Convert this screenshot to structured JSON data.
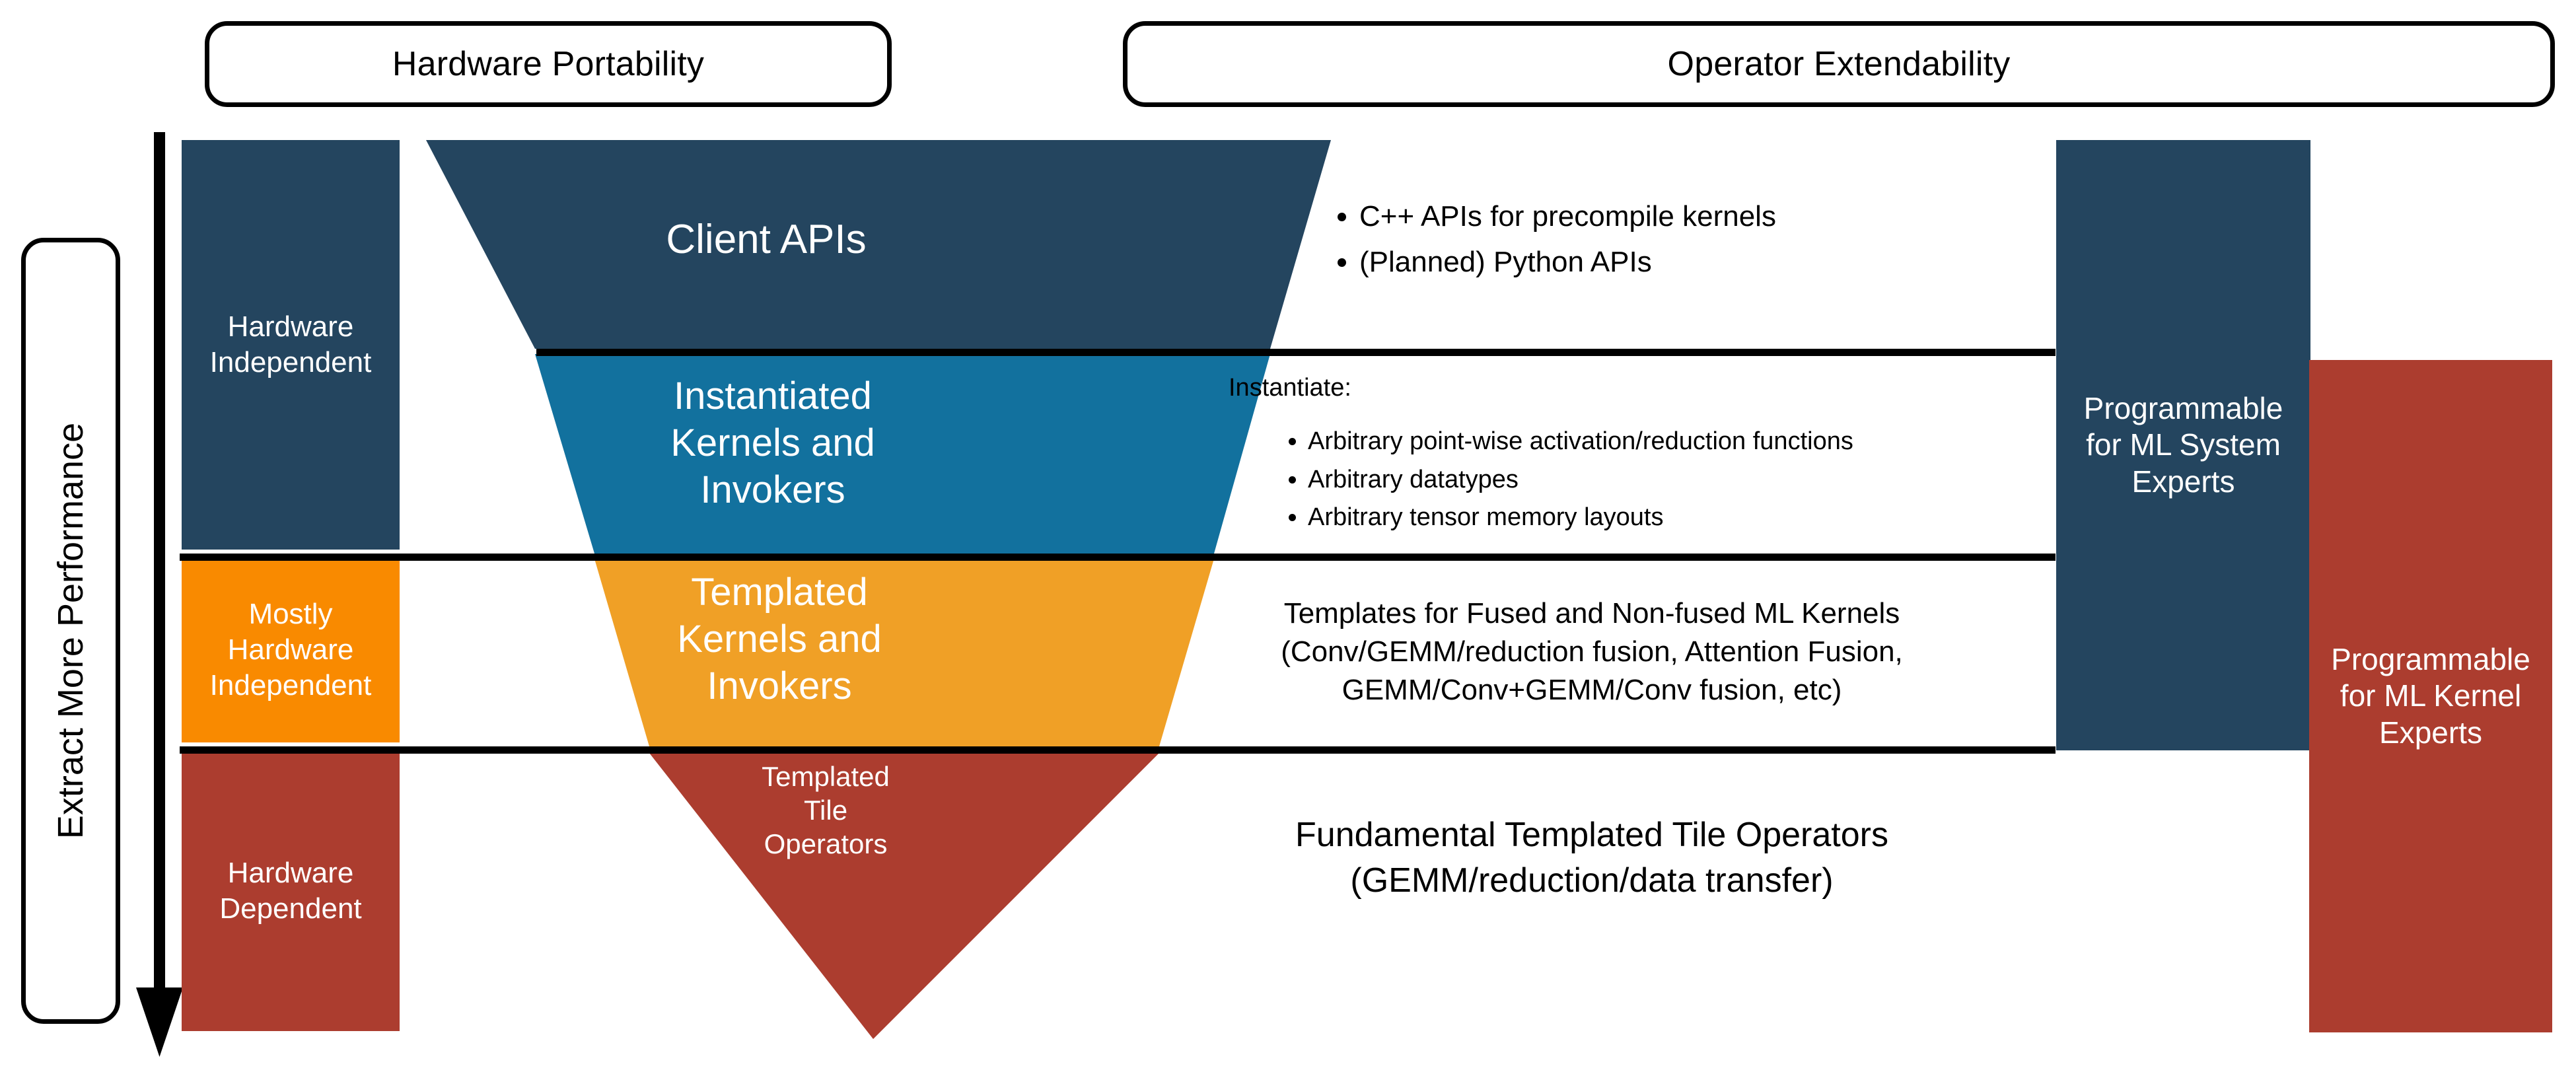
{
  "headers": [
    {
      "id": "hardware-portability",
      "label": "Hardware Portability"
    },
    {
      "id": "operator-extendability",
      "label": "Operator Extendability"
    }
  ],
  "performance_axis": {
    "label": "Extract More Performance",
    "direction": "down",
    "arrow_icon": "down-arrow-icon"
  },
  "hardware_levels": [
    {
      "id": "hardware-independent",
      "label": "Hardware\nIndependent",
      "color": "#24455F"
    },
    {
      "id": "mostly-hardware-independent",
      "label": "Mostly\nHardware\nIndependent",
      "color": "#F98A00"
    },
    {
      "id": "hardware-dependent",
      "label": "Hardware\nDependent",
      "color": "#AC3D2F"
    }
  ],
  "funnel_layers": [
    {
      "id": "client-apis",
      "label": "Client APIs",
      "color": "#24455F"
    },
    {
      "id": "instantiated-kernels-and-invokers",
      "label": "Instantiated\nKernels and\nInvokers",
      "color": "#12719E"
    },
    {
      "id": "templated-kernels-and-invokers",
      "label": "Templated\nKernels and\nInvokers",
      "color": "#F0A026"
    },
    {
      "id": "templated-tile-operators",
      "label": "Templated\nTile\nOperators",
      "color": "#AC3D2F"
    }
  ],
  "descriptions": {
    "client_apis": {
      "bullets": [
        "C++ APIs for precompile kernels",
        "(Planned) Python APIs"
      ]
    },
    "instantiated": {
      "lead": "Instantiate:",
      "bullets": [
        "Arbitrary point-wise activation/reduction functions",
        "Arbitrary datatypes",
        "Arbitrary tensor memory layouts"
      ]
    },
    "templated_kernels": {
      "line1": "Templates for Fused and Non-fused ML Kernels",
      "line2": "(Conv/GEMM/reduction fusion, Attention Fusion,",
      "line3": "GEMM/Conv+GEMM/Conv fusion, etc)"
    },
    "tile_operators": {
      "line1": "Fundamental Templated Tile Operators",
      "line2": "(GEMM/reduction/data transfer)"
    }
  },
  "personas": [
    {
      "id": "ml-system-experts",
      "label": "Programmable\nfor ML System\nExperts",
      "color": "#24455F"
    },
    {
      "id": "ml-kernel-experts",
      "label": "Programmable\nfor ML Kernel\nExperts",
      "color": "#AC3D2F"
    }
  ],
  "colors": {
    "navy": "#24455F",
    "blue": "#12719E",
    "orange_block": "#F98A00",
    "orange_funnel": "#F0A026",
    "red": "#AC3D2F",
    "rule": "#000000",
    "background": "#FFFFFF"
  }
}
